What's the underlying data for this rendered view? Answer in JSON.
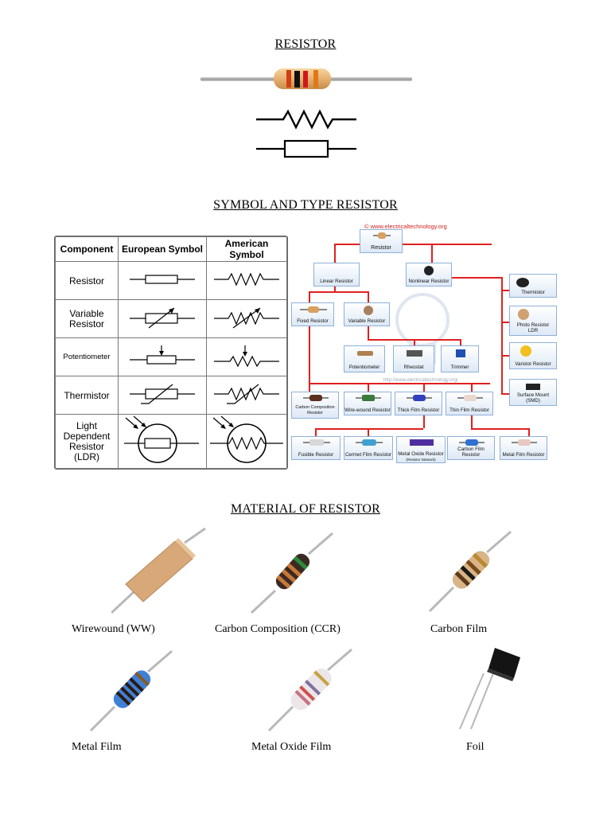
{
  "headings": {
    "resistor": "RESISTOR",
    "symbol_type": "SYMBOL AND TYPE RESISTOR",
    "material": "MATERIAL OF RESISTOR"
  },
  "symbol_table": {
    "headers": [
      "Component",
      "European Symbol",
      "American Symbol"
    ],
    "rows": [
      {
        "component": "Resistor"
      },
      {
        "component": "Variable\nResistor"
      },
      {
        "component": "Potentiometer"
      },
      {
        "component": "Thermistor"
      },
      {
        "component": "Light\nDependent\nResistor\n(LDR)"
      }
    ]
  },
  "diagram": {
    "credit": "© www.electricaltechnology.org",
    "watermark_url": "http://www.electricaltechnology.org/",
    "nodes": {
      "resistor": "Resistor",
      "linear": "Linear Resistor",
      "nonlinear": "Nonlinear Resistor",
      "fixed": "Fixed Resistor",
      "variable": "Variable Resistor",
      "thermistor": "Thermistor",
      "photo": "Photo Resistor\nLDR",
      "varistor": "Varistor Resistor",
      "pot": "Potentiometer",
      "rheostat": "Rheostat",
      "trimmer": "Trimmer",
      "carbon_comp": "Carbon Composition\nResistor",
      "wirewound": "Wire-wound Resistor",
      "thickfilm": "Thick Film Resistor",
      "thinfilm": "Thin Film Resistor",
      "smd": "Surface Mount (SMD)",
      "fusible": "Fusible Resistor",
      "cermet": "Cermet Film Resistor",
      "metaloxide": "Metal Oxide Resistor",
      "metaloxide_sub": "(Resistor Network)",
      "carbonfilm": "Carbon Film Resistor",
      "metalfilm": "Metal Film Resistor"
    }
  },
  "materials": [
    "Wirewound (WW)",
    "Carbon Composition (CCR)",
    "Carbon Film",
    "Metal Film",
    "Metal Oxide Film",
    "Foil"
  ],
  "colors": {
    "diagram_arrows": "#e02020",
    "box_border": "#8fb0d8"
  }
}
